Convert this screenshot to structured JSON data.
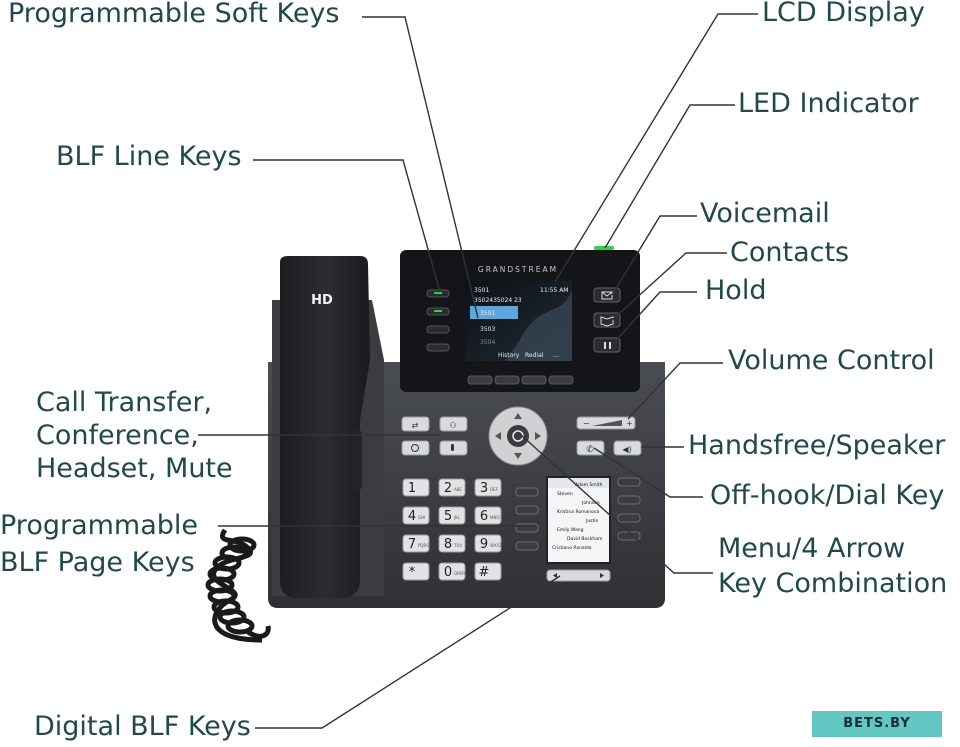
{
  "callouts": {
    "programmable_soft_keys": "Programmable Soft Keys",
    "lcd_display": "LCD Display",
    "led_indicator": "LED Indicator",
    "blf_line_keys": "BLF Line Keys",
    "voicemail": "Voicemail",
    "contacts": "Contacts",
    "hold": "Hold",
    "volume_control": "Volume Control",
    "transfer_line1": "Call Transfer,",
    "transfer_line2": "Conference,",
    "transfer_line3": "Headset, Mute",
    "handsfree": "Handsfree/Speaker",
    "offhook": "Off-hook/Dial Key",
    "page_keys_line1": "Programmable",
    "page_keys_line2": "BLF Page Keys",
    "menu_line1": "Menu/4 Arrow",
    "menu_line2": "Key Combination",
    "digital_blf": "Digital BLF Keys"
  },
  "phone": {
    "brand": "GRANDSTREAM",
    "handset_label": "HD",
    "lcd": {
      "account": "3501",
      "time": "11:55 AM",
      "number": "3502435024 23",
      "lines": [
        "3501",
        "3503",
        "3504"
      ],
      "softkeys": [
        "History",
        "Redial",
        "..."
      ]
    },
    "keypad": [
      {
        "digit": "1",
        "letters": ""
      },
      {
        "digit": "2",
        "letters": "ABC"
      },
      {
        "digit": "3",
        "letters": "DEF"
      },
      {
        "digit": "4",
        "letters": "GHI"
      },
      {
        "digit": "5",
        "letters": "JKL"
      },
      {
        "digit": "6",
        "letters": "MNO"
      },
      {
        "digit": "7",
        "letters": "PQRS"
      },
      {
        "digit": "8",
        "letters": "TUV"
      },
      {
        "digit": "9",
        "letters": "WXYZ"
      },
      {
        "digit": "*",
        "letters": ""
      },
      {
        "digit": "0",
        "letters": "OPER"
      },
      {
        "digit": "#",
        "letters": ""
      }
    ],
    "blf_contacts": [
      "Steven",
      "Johnson",
      "Kristina Romanova",
      "Justin",
      "Emily Wang",
      "David Beckham",
      "Cristiano Ronaldo",
      "Adam Smith"
    ]
  },
  "watermark": "BETS.BY",
  "colors": {
    "callout_text": "#1e4a4a",
    "leader_line": "#333333",
    "led": "#35d04a",
    "watermark_bg": "#62c7c2"
  }
}
